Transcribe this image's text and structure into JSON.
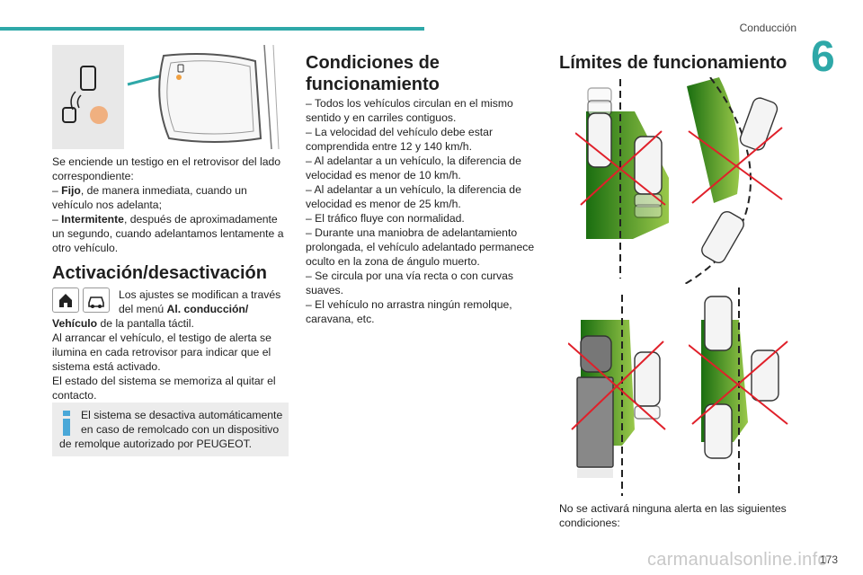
{
  "header": {
    "section": "Conducción",
    "chapter": "6"
  },
  "left": {
    "mirror_text": [
      "Se enciende un testigo en el retrovisor del lado",
      "correspondiente:"
    ],
    "fixed_label": "Fijo",
    "fixed_text": ", de manera inmediata, cuando un",
    "fixed_text2": "vehículo nos adelanta;",
    "blink_label": "Intermitente",
    "blink_text": ", después de aproximadamente",
    "blink_text2": "un segundo, cuando adelantamos lentamente a",
    "blink_text3": "otro vehículo.",
    "activation_title": "Activación/desactivación",
    "settings_line1": "Los ajustes se modifican a través",
    "settings_line2a": "del menú ",
    "settings_line2b": "Al. conducción/",
    "settings_line3a": "Vehículo",
    "settings_line3b": " de la pantalla táctil.",
    "para2": [
      "Al arrancar el vehículo, el testigo de alerta se",
      "ilumina en cada retrovisor para indicar que el",
      "sistema está activado.",
      "El estado del sistema se memoriza al quitar el",
      "contacto."
    ],
    "info": [
      "El sistema se desactiva automáticamente",
      "en caso de remolcado con un dispositivo",
      "de remolque autorizado por PEUGEOT."
    ]
  },
  "middle": {
    "title_line1": "Condiciones de",
    "title_line2": "funcionamiento",
    "lines": [
      "–  Todos los vehículos circulan en el mismo",
      "sentido y en carriles contiguos.",
      "–  La velocidad del vehículo debe estar",
      "comprendida entre 12 y 140 km/h.",
      "–  Al adelantar a un vehículo, la diferencia de",
      "velocidad es menor de 10 km/h.",
      "–  Al adelantar a un vehículo, la diferencia de",
      "velocidad es menor de 25 km/h.",
      "–  El tráfico fluye con normalidad.",
      "–  Durante una maniobra de adelantamiento",
      "prolongada, el vehículo adelantado permanece",
      "oculto en la zona de ángulo muerto.",
      "–  Se circula por una vía recta o con curvas",
      "suaves.",
      "–  El vehículo no arrastra ningún remolque,",
      "caravana, etc."
    ]
  },
  "right": {
    "title": "Límites de funcionamiento",
    "caption": [
      "No se activará ninguna alerta en las siguientes",
      "condiciones:"
    ]
  },
  "footer": {
    "watermark": "carmanualsonline.info",
    "page": "173"
  },
  "colors": {
    "accent": "#2ea8a8",
    "zone_green": "#3a9a1a",
    "cross_red": "#e0202a",
    "warn_orange": "#f0a040"
  }
}
